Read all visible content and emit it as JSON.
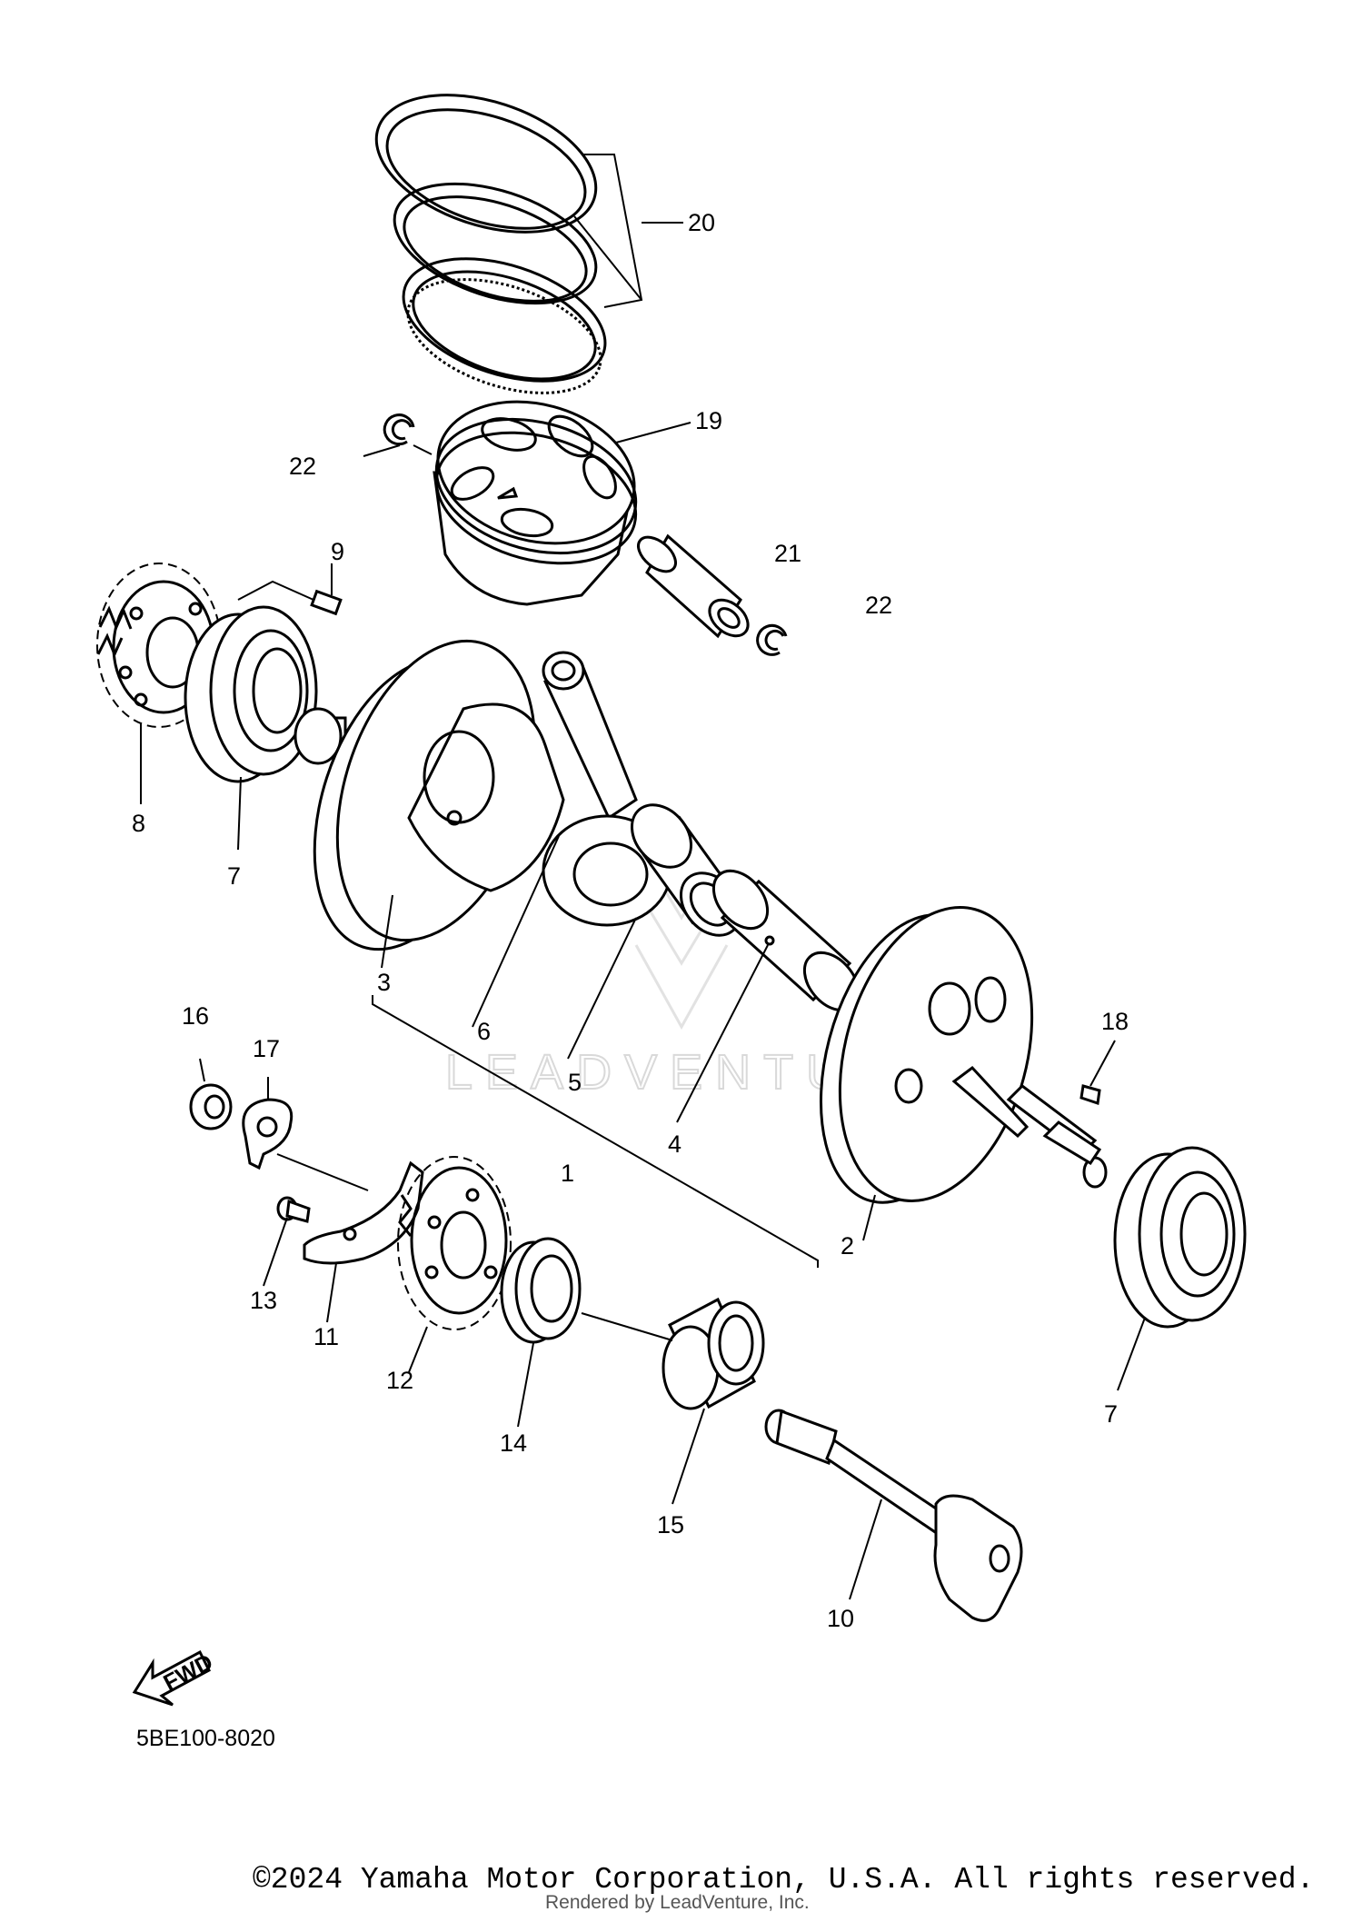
{
  "diagram": {
    "callouts": [
      "1",
      "2",
      "3",
      "4",
      "5",
      "6",
      "7",
      "7",
      "8",
      "9",
      "10",
      "11",
      "12",
      "13",
      "14",
      "15",
      "16",
      "17",
      "18",
      "19",
      "20",
      "21",
      "22",
      "22"
    ],
    "fwd_label": "FWD",
    "drawing_code": "5BE100-8020",
    "watermark": "LEADVENTURE"
  },
  "footer": {
    "copyright": "©2024 Yamaha Motor Corporation, U.S.A. All rights reserved.",
    "rendered_by": "Rendered by LeadVenture, Inc."
  }
}
